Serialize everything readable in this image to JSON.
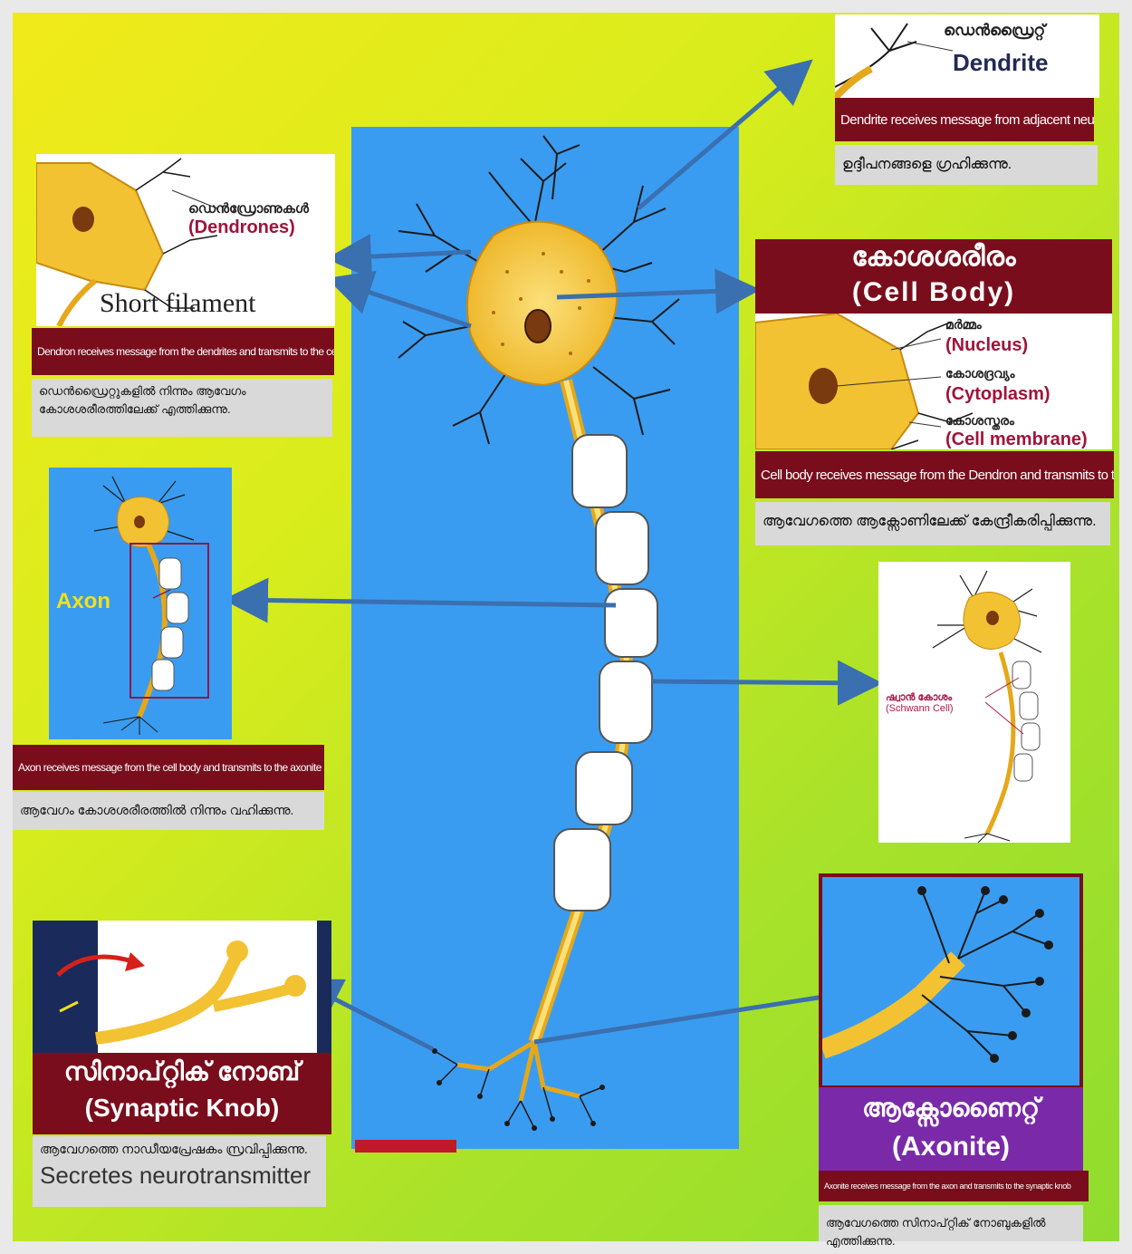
{
  "dendrite": {
    "ml_label": "ഡെൻഡ്രൈറ്റ്",
    "en_label": "Dendrite",
    "caption_en": "Dendrite receives message from adjacent neuron",
    "caption_ml": "ഉദ്ദീപനങ്ങളെ ഗ്രഹിക്കുന്നു."
  },
  "dendron": {
    "ml_label": "ഡെൻഡ്രോണുകൾ",
    "en_label": "(Dendrones)",
    "short_filament": "Short filament",
    "caption_en": "Dendron receives message from the dendrites and transmits to the cell body",
    "caption_ml": "ഡെൻഡ്രൈറ്റുകളിൽ നിന്നും ആവേഗം കോശശരീരത്തിലേക്ക് എത്തിക്കുന്നു."
  },
  "cell_body": {
    "title_ml": "കോശശരീരം",
    "title_en": "(Cell Body)",
    "nucleus_ml": "മർമ്മം",
    "nucleus_en": "(Nucleus)",
    "cytoplasm_ml": "കോശദ്രവ്യം",
    "cytoplasm_en": "(Cytoplasm)",
    "membrane_ml": "കോശസ്തരം",
    "membrane_en": "(Cell membrane)",
    "caption_en": "Cell body receives message from the Dendron and transmits to the axon",
    "caption_ml": "ആവേഗത്തെ ആക്സോണിലേക്ക് കേന്ദ്രീകരിപ്പിക്കുന്നു."
  },
  "axon": {
    "label": "Axon",
    "caption_en": "Axon receives message from the cell body and transmits to the axonite",
    "caption_ml": "ആവേഗം കോശശരീരത്തിൽ നിന്നും വഹിക്കുന്നു."
  },
  "schwann": {
    "ml_label": "ഷ്വാൻ കോശം",
    "en_label": "(Schwann Cell)"
  },
  "synaptic": {
    "title_ml": "സിനാപ്റ്റിക് നോബ്",
    "title_en": "(Synaptic Knob)",
    "caption_ml": "ആവേഗത്തെ നാഡീയപ്രേഷകം സ്രവിപ്പിക്കുന്നു.",
    "caption_en": "Secretes  neurotransmitter"
  },
  "axonite": {
    "title_ml": "ആക്സോണൈറ്റ്",
    "title_en": "(Axonite)",
    "caption_en": "Axonite receives message from the axon and transmits to the synaptic knob",
    "caption_ml": "ആവേഗത്തെ സിനാപ്റ്റിക് നോബുകളിൽ എത്തിക്കുന്നു."
  },
  "colors": {
    "background": "#d8ec1c",
    "panel_blue": "#3a9cf0",
    "caption_red": "#7a0d1c",
    "neuron_yellow": "#f2c232",
    "arrow_blue": "#3a6fb0",
    "axonite_purple": "#7a2aa8"
  }
}
